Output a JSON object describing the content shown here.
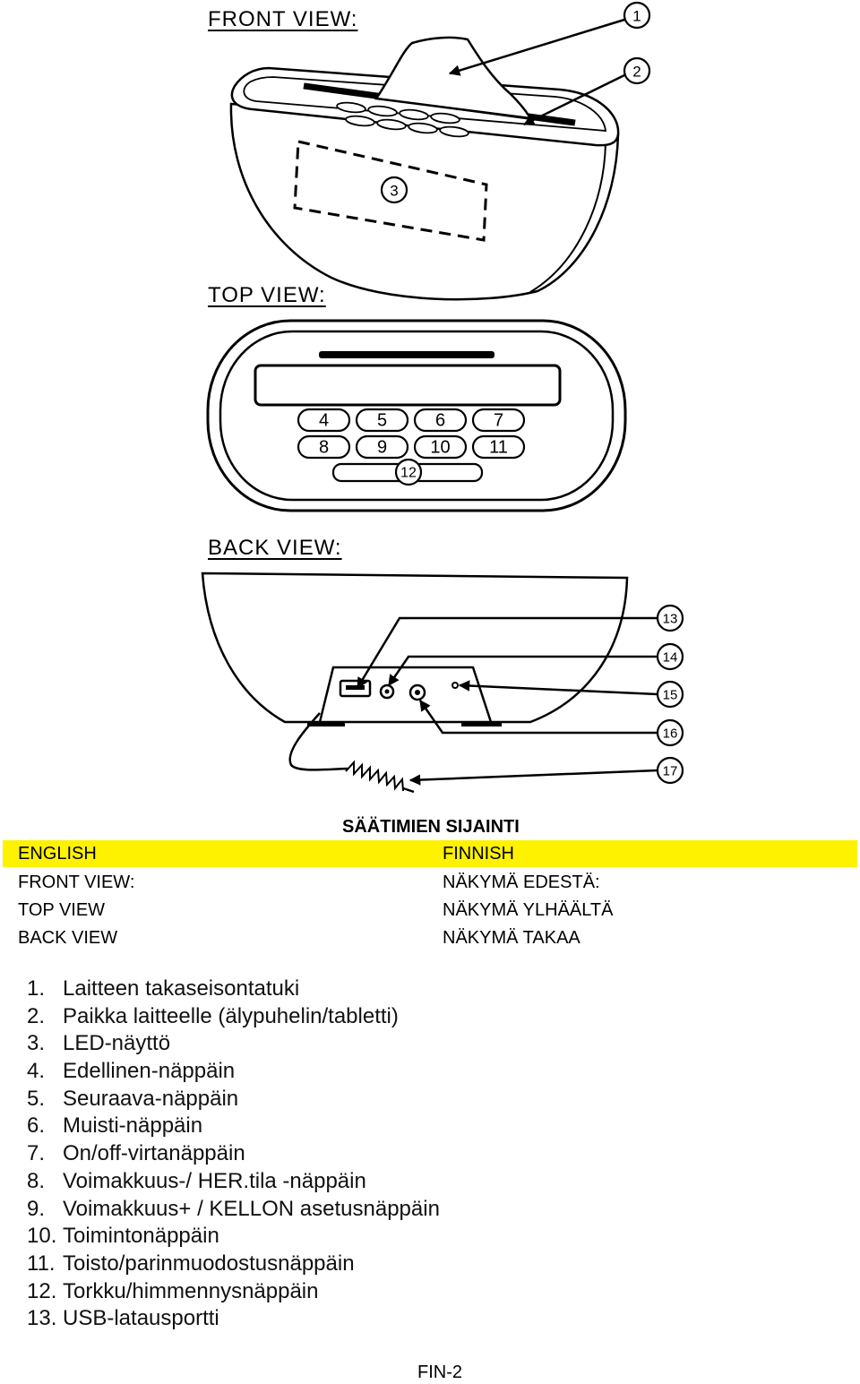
{
  "diagrams": {
    "front": {
      "title": "FRONT VIEW:",
      "callouts": [
        "1",
        "2",
        "3"
      ]
    },
    "top": {
      "title": "TOP VIEW:",
      "buttons": [
        "4",
        "5",
        "6",
        "7",
        "8",
        "9",
        "10",
        "11"
      ],
      "bar_label": "12"
    },
    "back": {
      "title": "BACK VIEW:",
      "callouts": [
        "13",
        "14",
        "15",
        "16",
        "17"
      ]
    }
  },
  "section_title": "SÄÄTIMIEN SIJAINTI",
  "table": {
    "header": [
      "ENGLISH",
      "FINNISH"
    ],
    "rows": [
      [
        "FRONT VIEW:",
        "NÄKYMÄ EDESTÄ:"
      ],
      [
        "TOP VIEW",
        "NÄKYMÄ YLHÄÄLTÄ"
      ],
      [
        "BACK VIEW",
        "NÄKYMÄ TAKAA"
      ]
    ]
  },
  "items": [
    {
      "num": "1.",
      "text": "Laitteen takaseisontatuki"
    },
    {
      "num": "2.",
      "text": "Paikka laitteelle (älypuhelin/tabletti)"
    },
    {
      "num": "3.",
      "text": "LED-näyttö"
    },
    {
      "num": "4.",
      "text": "Edellinen-näppäin"
    },
    {
      "num": "5.",
      "text": "Seuraava-näppäin"
    },
    {
      "num": "6.",
      "text": "Muisti-näppäin"
    },
    {
      "num": "7.",
      "text": "On/off-virtanäppäin"
    },
    {
      "num": "8.",
      "text": "Voimakkuus-/ HER.tila -näppäin"
    },
    {
      "num": "9.",
      "text": "Voimakkuus+ / KELLON asetusnäppäin"
    },
    {
      "num": "10.",
      "text": "Toimintonäppäin"
    },
    {
      "num": "11.",
      "text": "Toisto/parinmuodostusnäppäin"
    },
    {
      "num": "12.",
      "text": "Torkku/himmennysnäppäin"
    },
    {
      "num": "13.",
      "text": "USB-latausportti"
    }
  ],
  "footer": "FIN-2",
  "colors": {
    "highlight": "#FFF200",
    "ink": "#000000"
  }
}
